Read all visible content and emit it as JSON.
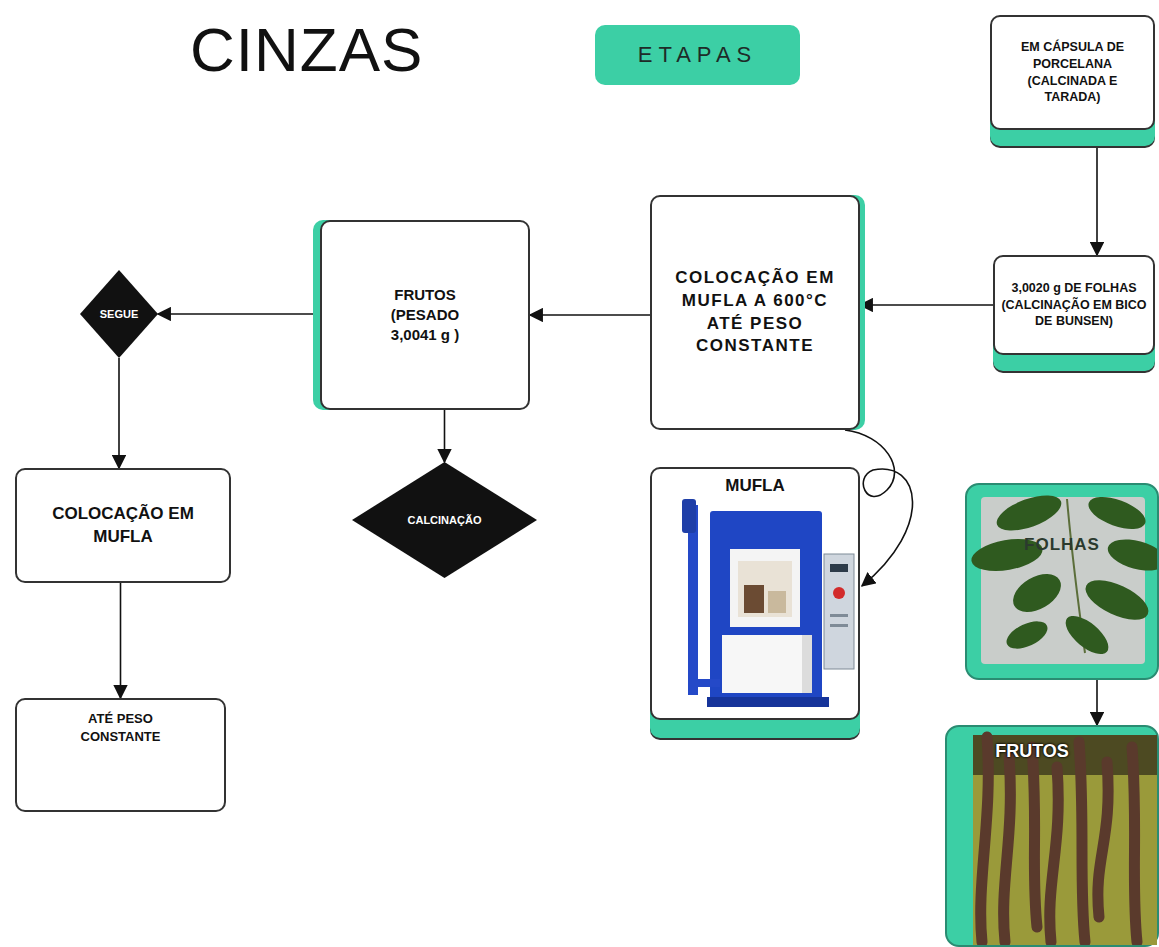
{
  "diagram": {
    "title": "CINZAS",
    "nodes": [
      {
        "text": [
          "ETAPAS"
        ]
      },
      {
        "text": [
          "EM CÁPSULA DE PORCELANA (CALCINADA E TARADA)"
        ]
      },
      {
        "text": [
          "3,0020 g DE FOLHAS (CALCINAÇÃO EM BICO DE BUNSEN)"
        ]
      },
      {
        "text": [
          "COLOCAÇÃO EM MUFLA A 600°C ATÉ PESO CONSTANTE"
        ]
      },
      {
        "text": [
          "FRUTOS (PESADO 3,0041 g )"
        ]
      },
      {
        "text": [
          "SEGUE"
        ]
      },
      {
        "text": [
          "CALCINAÇÃO"
        ]
      },
      {
        "text": [
          "COLOCAÇÃO EM MUFLA"
        ]
      },
      {
        "text": [
          "ATÉ PESO CONSTANTE"
        ]
      },
      {
        "text": [
          "MUFLA"
        ]
      },
      {
        "text": [
          "FOLHAS"
        ]
      },
      {
        "text": [
          "FRUTOS"
        ]
      }
    ],
    "edges": [
      {
        "from": 1,
        "to": 2,
        "arrow": "to"
      },
      {
        "from": 2,
        "to": 3,
        "arrow": "to"
      },
      {
        "from": 3,
        "to": 4,
        "arrow": "to"
      },
      {
        "from": 4,
        "to": 5,
        "arrow": "to"
      },
      {
        "from": 4,
        "to": 6,
        "arrow": "to"
      },
      {
        "from": 5,
        "to": 7,
        "arrow": "to"
      },
      {
        "from": 7,
        "to": 8,
        "arrow": "to"
      },
      {
        "from": 3,
        "to": 9,
        "arrow": "to"
      },
      {
        "from": 10,
        "to": 11,
        "arrow": "to"
      }
    ]
  }
}
